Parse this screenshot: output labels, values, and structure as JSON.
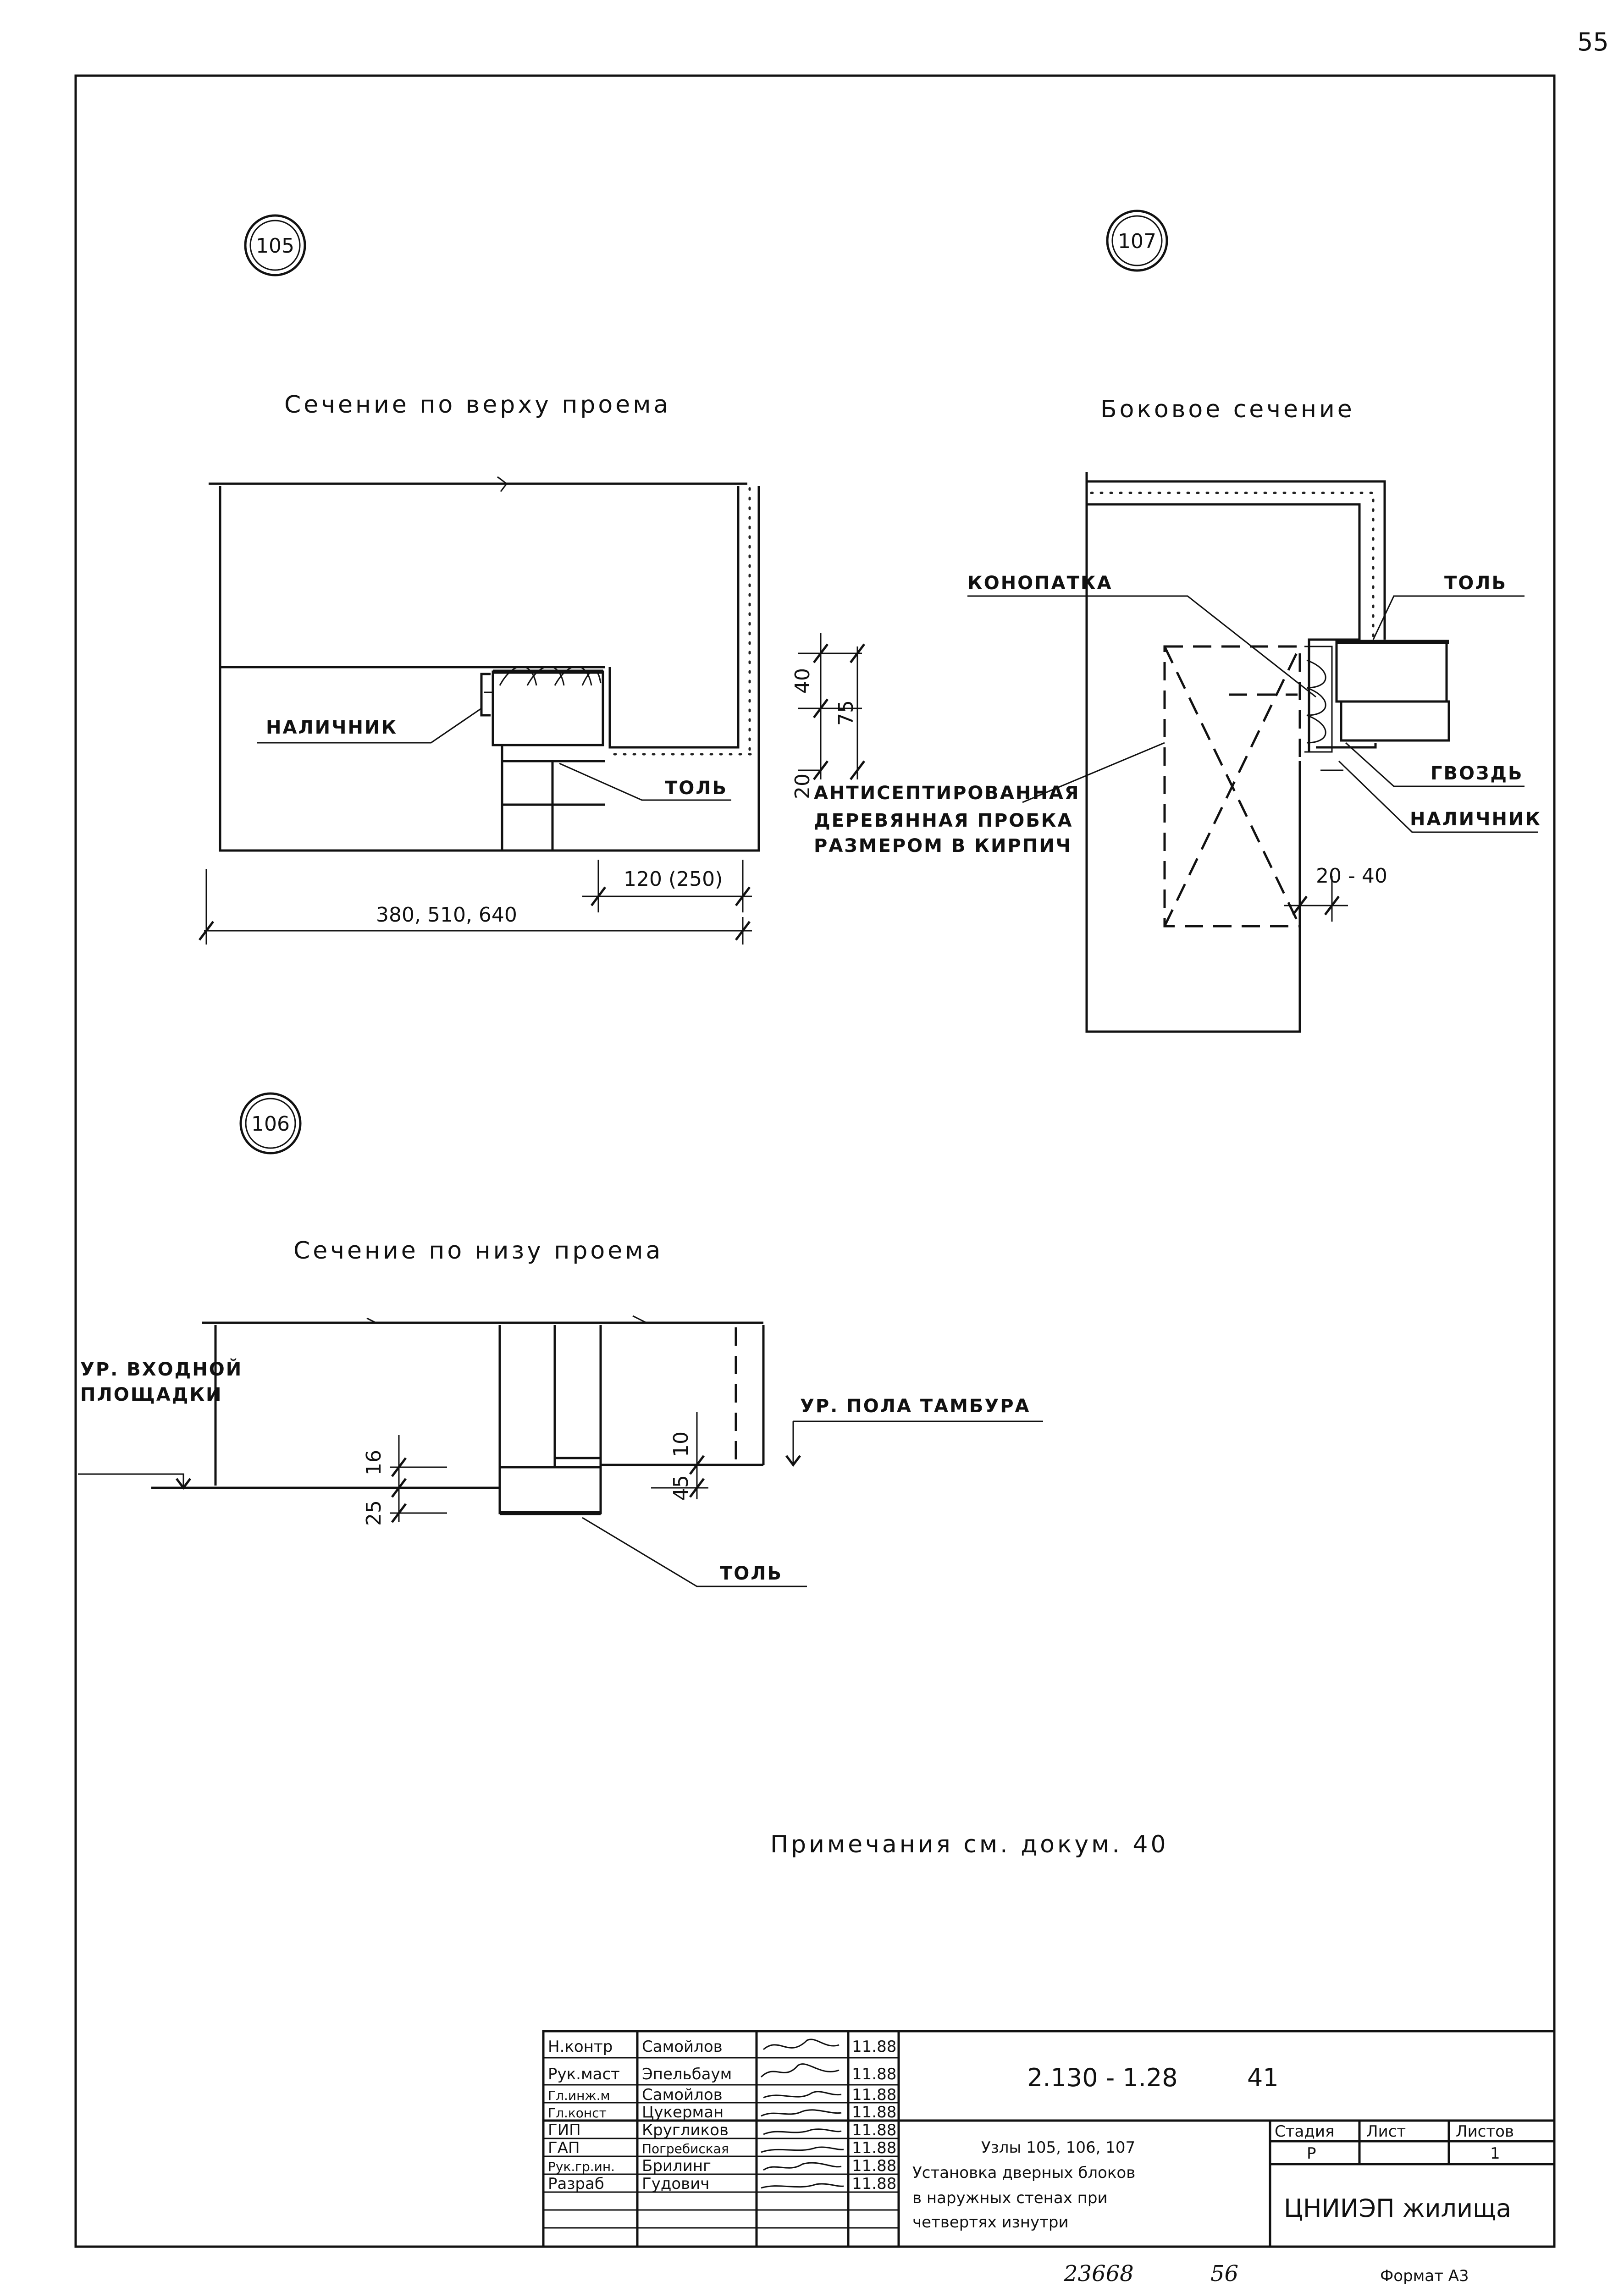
{
  "page_number": "55",
  "details": {
    "d105": {
      "number": "105",
      "title": "Сечение по верху проема",
      "label_casing": "НАЛИЧНИК",
      "label_tol": "ТОЛЬ",
      "dim_width": "380, 510, 640",
      "dim_side": "120 (250)"
    },
    "d106": {
      "number": "106",
      "title": "Сечение по низу проема",
      "label_entry_1": "УР. ВХОДНОЙ",
      "label_entry_2": "ПЛОЩАДКИ",
      "label_floor": "УР. ПОЛА ТАМБУРА",
      "label_tol": "ТОЛЬ",
      "dim_16": "16",
      "dim_25": "25",
      "dim_10": "10",
      "dim_45": "45"
    },
    "d107": {
      "number": "107",
      "title": "Боковое сечение",
      "label_caulk": "КОНОПАТКА",
      "label_tol": "ТОЛЬ",
      "label_nail": "ГВОЗДЬ",
      "label_casing": "НАЛИЧНИК",
      "label_plug_1": "АНТИСЕПТИРОВАННАЯ",
      "label_plug_2": "ДЕРЕВЯННАЯ ПРОБКА",
      "label_plug_3": "РАЗМЕРОМ В КИРПИЧ",
      "dim_40": "40",
      "dim_75": "75",
      "dim_20": "20",
      "dim_gap": "20 - 40"
    }
  },
  "note": "Примечания см. докум. 40",
  "title_block": {
    "rows": [
      {
        "role": "Н.контр",
        "name": "Самойлов",
        "date": "11.88"
      },
      {
        "role": "Рук.маст",
        "name": "Эпельбаум",
        "date": "11.88"
      },
      {
        "role": "Гл.инж.м",
        "name": "Самойлов",
        "date": "11.88"
      },
      {
        "role": "Гл.конст",
        "name": "Цукерман",
        "date": "11.88"
      },
      {
        "role": "ГИП",
        "name": "Кругликов",
        "date": "11.88"
      },
      {
        "role": "ГАП",
        "name": "Погребиская",
        "date": "11.88"
      },
      {
        "role": "Рук.гр.ин.",
        "name": "Брилинг",
        "date": "11.88"
      },
      {
        "role": "Разраб",
        "name": "Гудович",
        "date": "11.88"
      }
    ],
    "doc_code": "2.130 - 1.28",
    "doc_number": "41",
    "subject_1": "Узлы 105, 106, 107",
    "subject_2": "Установка дверных блоков",
    "subject_3": "в наружных стенах при",
    "subject_4": "четвертях изнутри",
    "stage_header": "Стадия",
    "sheet_header": "Лист",
    "sheets_header": "Листов",
    "stage_value": "Р",
    "sheet_value": "",
    "sheets_value": "1",
    "organization": "ЦНИИЭП жилища"
  },
  "footer": {
    "inventory": "23668",
    "inventory_page": "56",
    "format": "Формат А3"
  }
}
